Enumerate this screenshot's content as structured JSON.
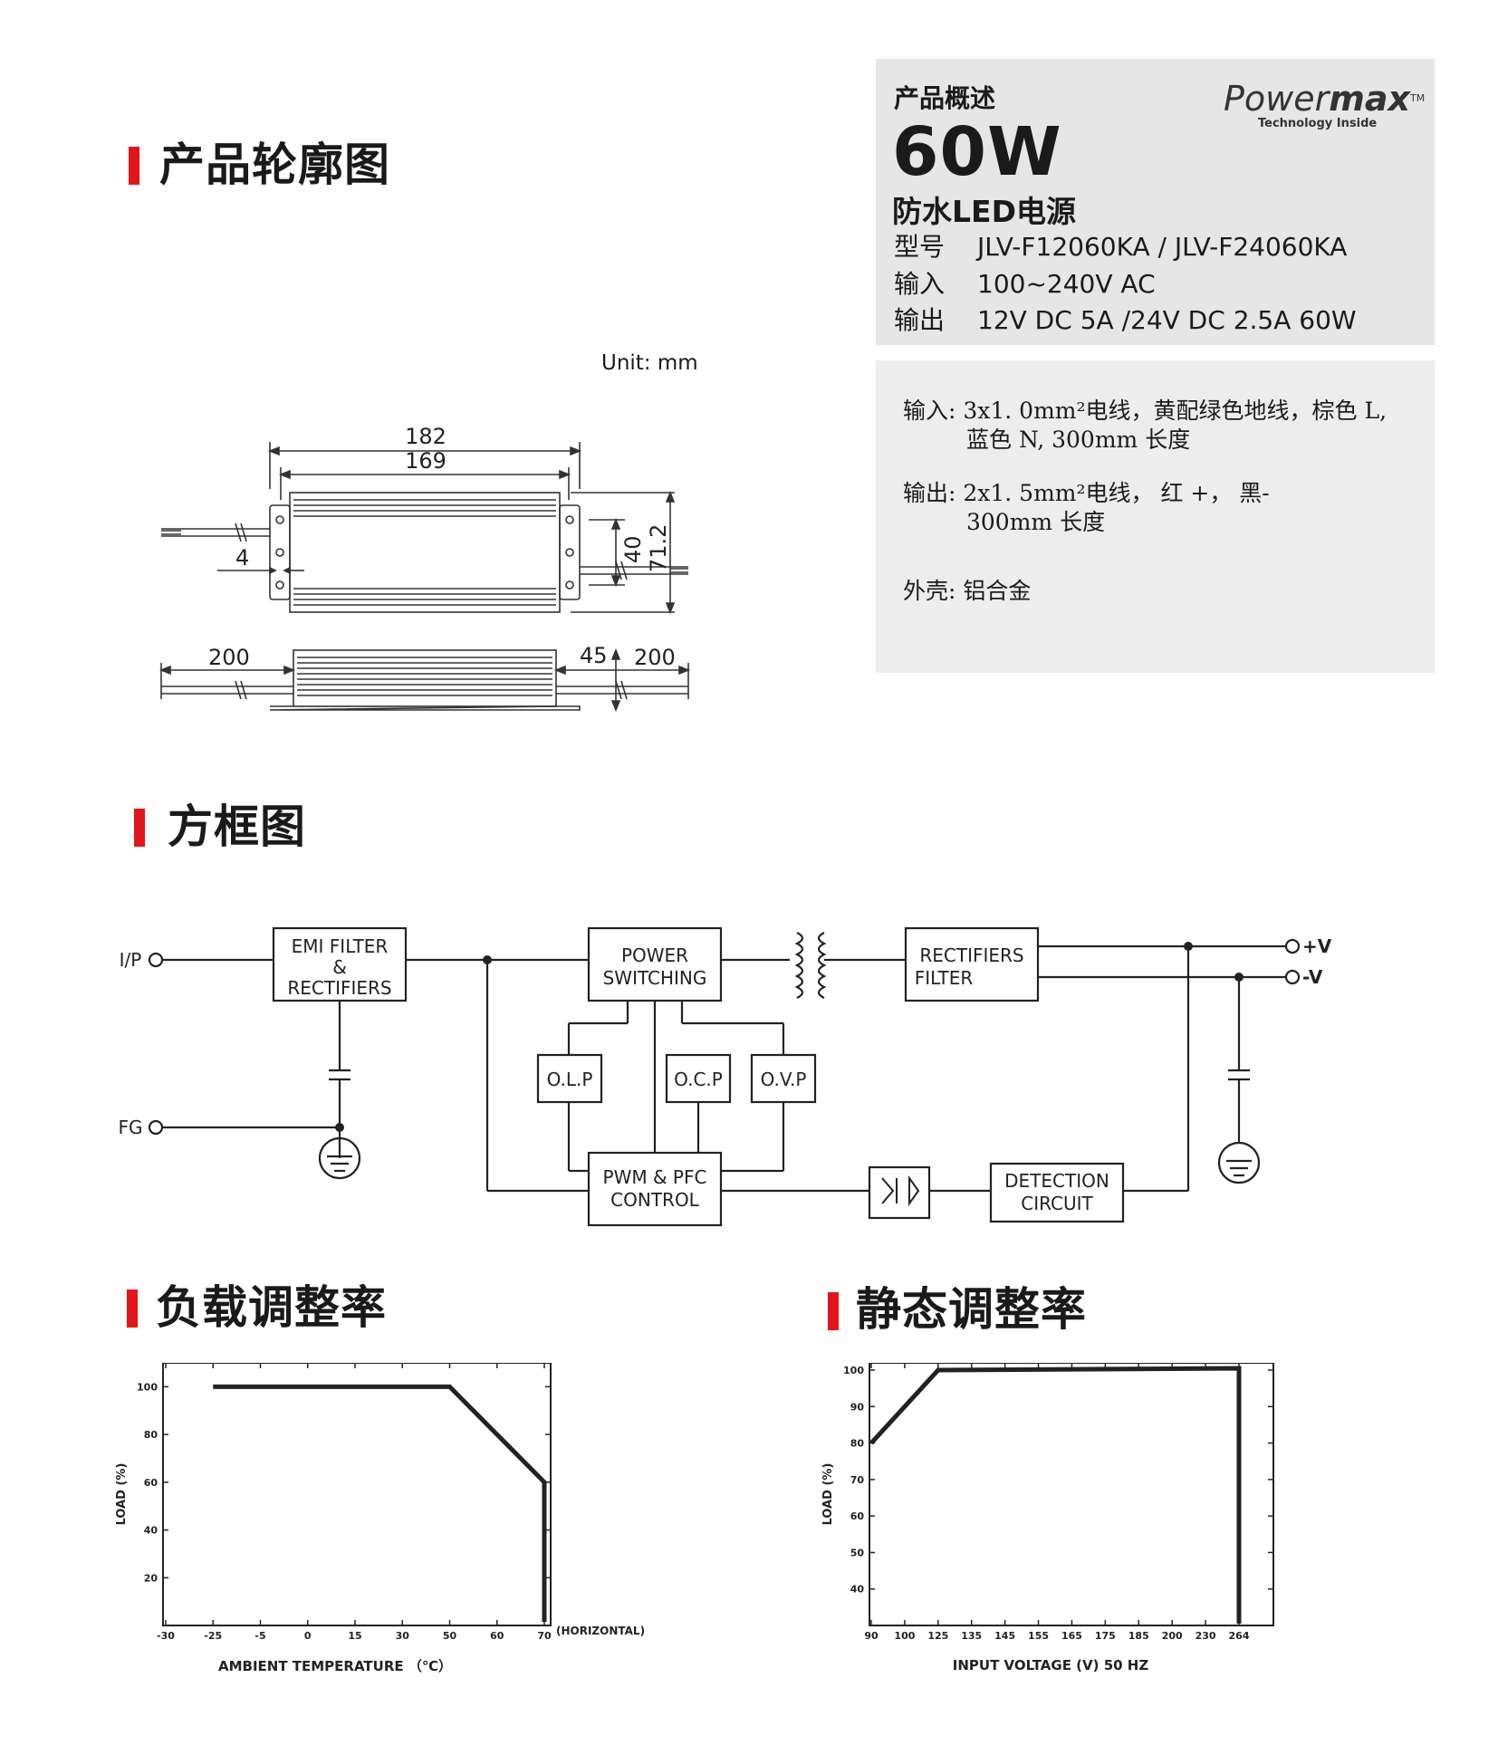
{
  "sections": {
    "outline": "产品轮廓图",
    "block": "方框图",
    "load": "负载调整率",
    "static": "静态调整率"
  },
  "overview": {
    "label": "产品概述",
    "power": "60W",
    "name": "防水LED电源",
    "rows": [
      {
        "k": "型号",
        "v": "JLV-F12060KA  /  JLV-F24060KA"
      },
      {
        "k": "输入",
        "v": "100~240V AC"
      },
      {
        "k": "输出",
        "v": "12V DC 5A   /24V DC 2.5A    60W"
      }
    ],
    "logo_a": "Power",
    "logo_b": "max",
    "logo_tm": "TM",
    "logo_sub": "Technology Inside"
  },
  "specs": {
    "in1": "输入: 3x1. 0mm²电线，黄配绿色地线，棕色  L,",
    "in2": "蓝色  N, 300mm  长度",
    "out1": "输出: 2x1. 5mm²电线，   红  +，    黑-",
    "out2": "300mm  长度",
    "shell": "外壳:  铝合金"
  },
  "drawing": {
    "unit": "Unit: mm",
    "d182": "182",
    "d169": "169",
    "d4": "4",
    "d40": "40",
    "d712": "71.2",
    "d200l": "200",
    "d45": "45",
    "d200r": "200"
  },
  "block": {
    "ip": "I/P",
    "fg": "FG",
    "emi1": "EMI FILTER",
    "emi2": "&",
    "emi3": "RECTIFIERS",
    "ps1": "POWER",
    "ps2": "SWITCHING",
    "rf1": "RECTIFIERS",
    "rf2": "FILTER",
    "olp": "O.L.P",
    "ocp": "O.C.P",
    "ovp": "O.V.P",
    "pwm1": "PWM & PFC",
    "pwm2": "CONTROL",
    "det1": "DETECTION",
    "det2": "CIRCUIT",
    "vp": "+V",
    "vn": "-V"
  },
  "chart_data": [
    {
      "type": "line",
      "x": [
        -25,
        50,
        70,
        70
      ],
      "y": [
        100,
        100,
        60,
        0
      ],
      "xticks": [
        "-30",
        "-25",
        "-5",
        "0",
        "15",
        "30",
        "50",
        "60",
        "70"
      ],
      "xnote": "(HORIZONTAL)",
      "yticks": [
        "20",
        "40",
        "60",
        "80",
        "100"
      ],
      "ylim": [
        0,
        110
      ],
      "xlabel": "AMBIENT TEMPERATURE （℃）",
      "ylabel": "LOAD (%)"
    },
    {
      "type": "line",
      "x": [
        90,
        125,
        264,
        264
      ],
      "y": [
        80,
        100,
        100.5,
        30
      ],
      "xticks": [
        "90",
        "100",
        "125",
        "135",
        "145",
        "155",
        "165",
        "175",
        "185",
        "200",
        "230",
        "264"
      ],
      "yticks": [
        "40",
        "50",
        "60",
        "70",
        "80",
        "90",
        "100"
      ],
      "ylim": [
        30,
        100
      ],
      "xlabel": "INPUT VOLTAGE  (V)  50 HZ",
      "ylabel": "LOAD (%)"
    }
  ]
}
